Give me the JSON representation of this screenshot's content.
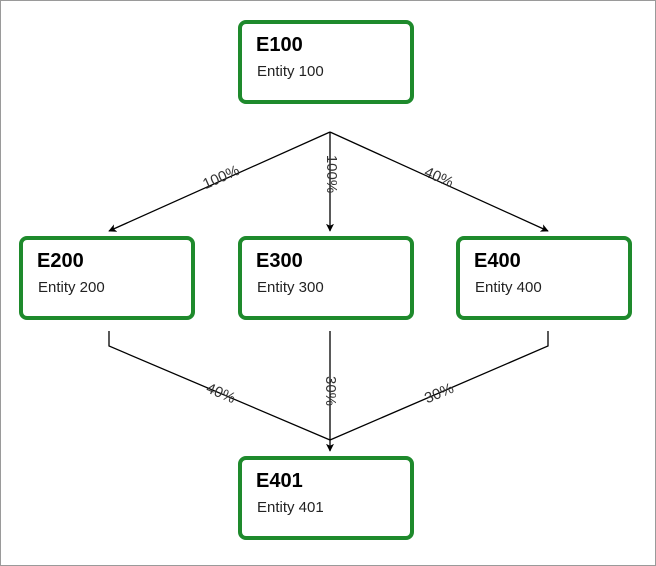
{
  "colors": {
    "node_border": "#1e8a2c",
    "edge": "#000000",
    "edge_label": "#333333",
    "frame": "#9a9a9a"
  },
  "nodes": [
    {
      "id": "E100",
      "label": "Entity 100"
    },
    {
      "id": "E200",
      "label": "Entity 200"
    },
    {
      "id": "E300",
      "label": "Entity 300"
    },
    {
      "id": "E400",
      "label": "Entity 400"
    },
    {
      "id": "E401",
      "label": "Entity 401"
    }
  ],
  "edges": [
    {
      "from": "E100",
      "to": "E200",
      "label": "100%"
    },
    {
      "from": "E100",
      "to": "E300",
      "label": "100%"
    },
    {
      "from": "E100",
      "to": "E400",
      "label": "40%"
    },
    {
      "from": "E200",
      "to": "E401",
      "label": "40%"
    },
    {
      "from": "E300",
      "to": "E401",
      "label": "30%"
    },
    {
      "from": "E400",
      "to": "E401",
      "label": "30%"
    }
  ]
}
